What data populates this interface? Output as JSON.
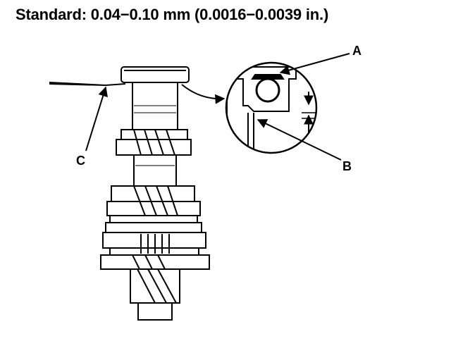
{
  "title": "Standard: 0.04−0.10 mm (0.0016−0.0039 in.)",
  "labels": {
    "a": "A",
    "b": "B",
    "c": "C"
  },
  "colors": {
    "ink": "#000000",
    "paper": "#ffffff"
  }
}
